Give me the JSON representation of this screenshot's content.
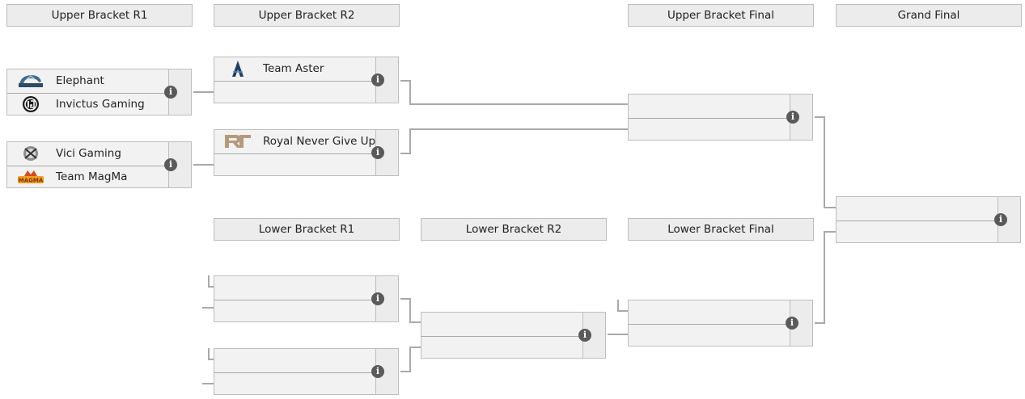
{
  "rounds": {
    "ub_r1": "Upper Bracket R1",
    "ub_r2": "Upper Bracket R2",
    "ub_final": "Upper Bracket Final",
    "grand_final": "Grand Final",
    "lb_r1": "Lower Bracket R1",
    "lb_r2": "Lower Bracket R2",
    "lb_final": "Lower Bracket Final"
  },
  "matches": {
    "ub_r1_m1": {
      "team1": "Elephant",
      "team2": "Invictus Gaming"
    },
    "ub_r1_m2": {
      "team1": "Vici Gaming",
      "team2": "Team MagMa"
    },
    "ub_r2_m1": {
      "team1": "Team Aster",
      "team2": ""
    },
    "ub_r2_m2": {
      "team1": "Royal Never Give Up",
      "team2": ""
    },
    "ub_final": {
      "team1": "",
      "team2": ""
    },
    "grand_final": {
      "team1": "",
      "team2": ""
    },
    "lb_r1_m1": {
      "team1": "",
      "team2": ""
    },
    "lb_r1_m2": {
      "team1": "",
      "team2": ""
    },
    "lb_r2": {
      "team1": "",
      "team2": ""
    },
    "lb_final": {
      "team1": "",
      "team2": ""
    }
  },
  "info_glyph": "i",
  "icons": {
    "info": "info-icon",
    "elephant": "elephant-logo-icon",
    "invictus": "invictus-gaming-logo-icon",
    "vici": "vici-gaming-logo-icon",
    "magma": "team-magma-logo-icon",
    "aster": "team-aster-logo-icon",
    "rng": "royal-never-give-up-logo-icon"
  },
  "colors": {
    "header_bg": "#ececec",
    "match_bg": "#f2f2f2",
    "border": "#bdbdbd",
    "connector": "#a9a9a9",
    "info_icon": "#5a5a5a",
    "rng_gold": "#b59a7a"
  }
}
